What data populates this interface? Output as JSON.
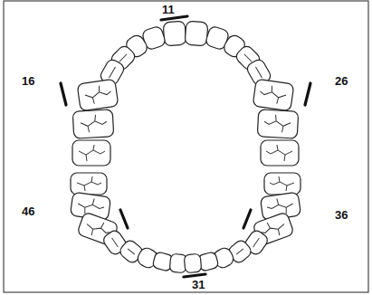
{
  "diagram": {
    "labels": [
      "11",
      "16",
      "26",
      "46",
      "36",
      "31"
    ]
  }
}
